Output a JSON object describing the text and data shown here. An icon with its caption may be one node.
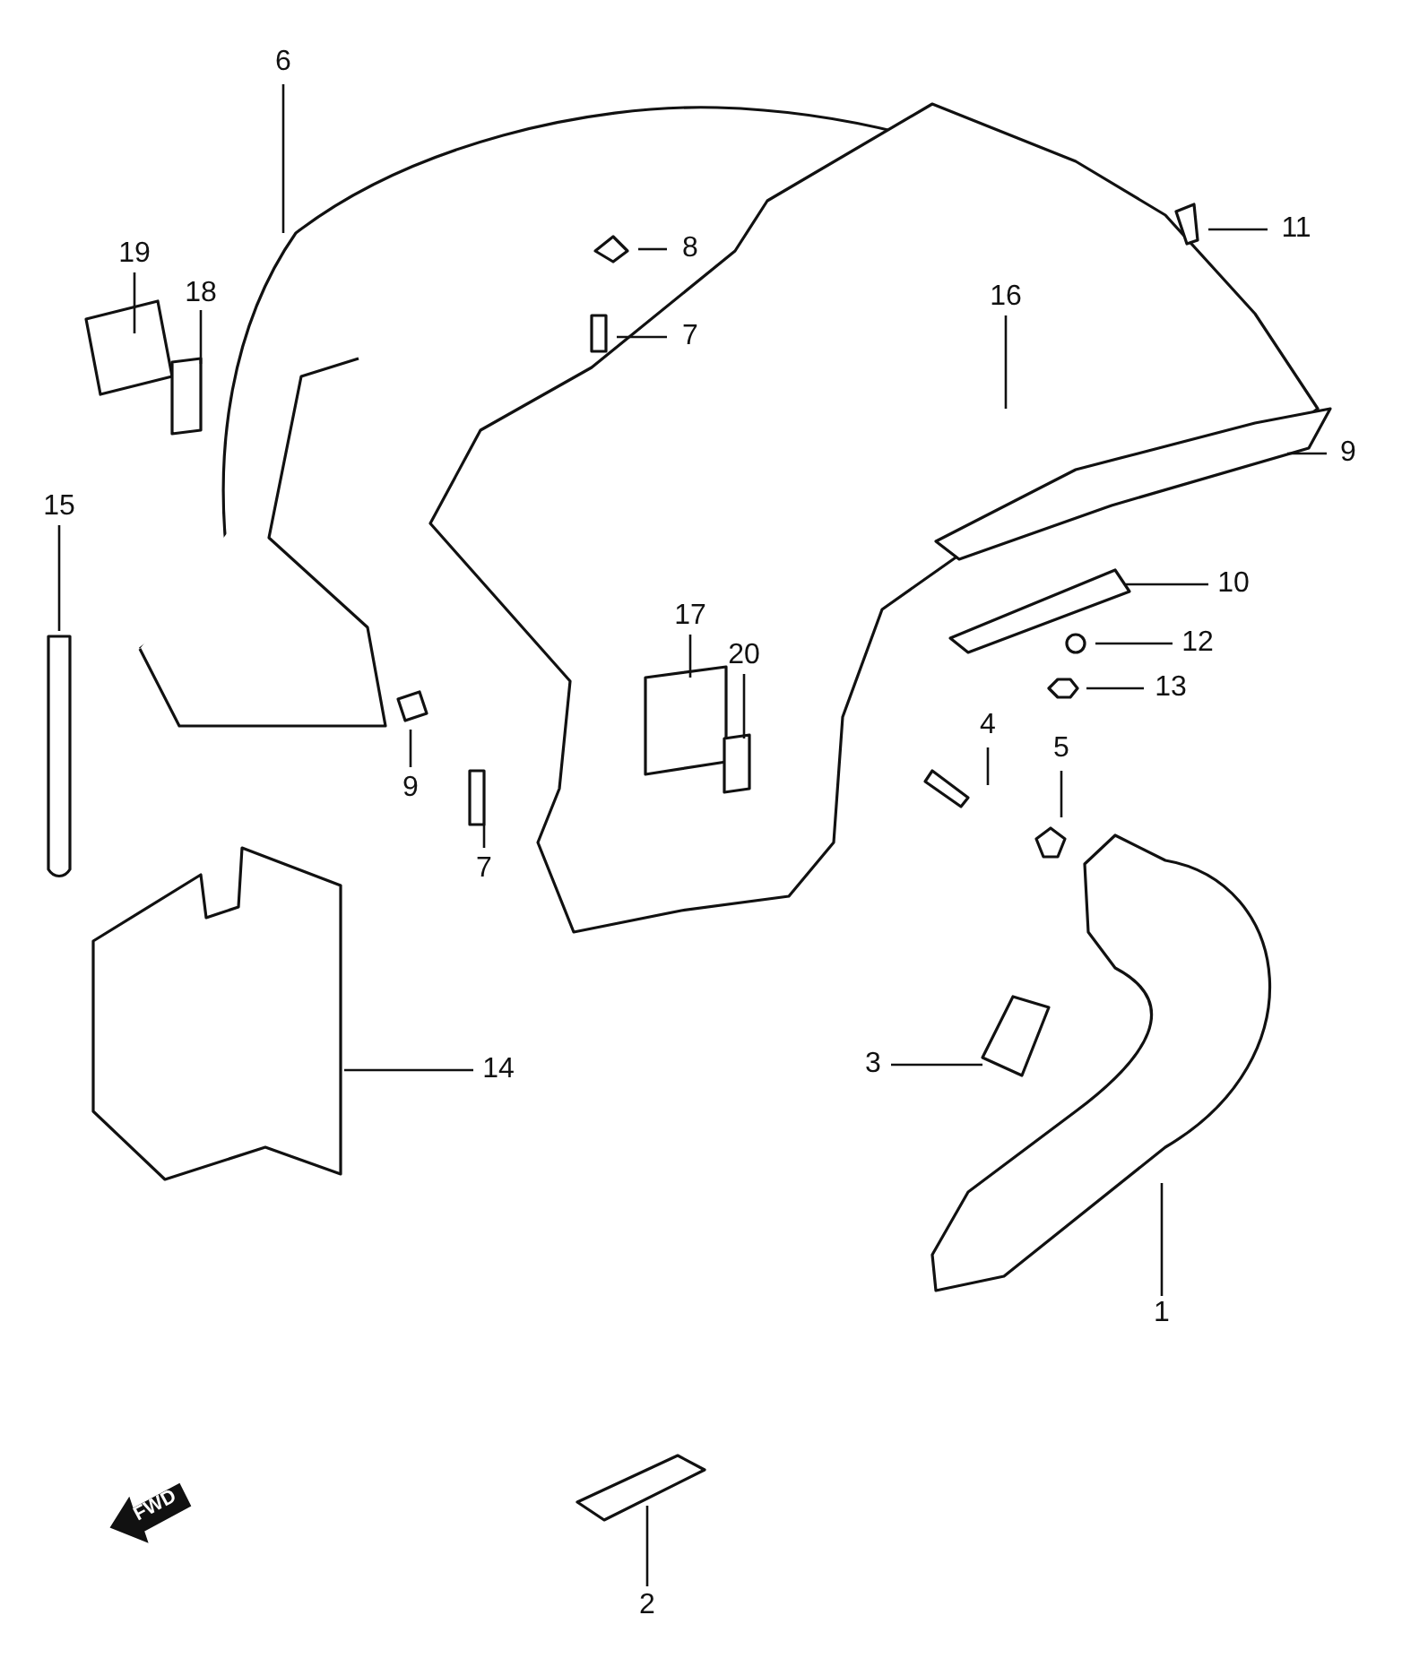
{
  "diagram": {
    "nodes": [
      {
        "text": [
          "6"
        ]
      },
      {
        "text": [
          "11"
        ]
      },
      {
        "text": [
          "19"
        ]
      },
      {
        "text": [
          "18"
        ]
      },
      {
        "text": [
          "16"
        ]
      },
      {
        "text": [
          "8"
        ]
      },
      {
        "text": [
          "7"
        ]
      },
      {
        "text": [
          "9"
        ]
      },
      {
        "text": [
          "15"
        ]
      },
      {
        "text": [
          "10"
        ]
      },
      {
        "text": [
          "17"
        ]
      },
      {
        "text": [
          "12"
        ]
      },
      {
        "text": [
          "20"
        ]
      },
      {
        "text": [
          "13"
        ]
      },
      {
        "text": [
          "4"
        ]
      },
      {
        "text": [
          "5"
        ]
      },
      {
        "text": [
          "9"
        ]
      },
      {
        "text": [
          "7"
        ]
      },
      {
        "text": [
          "3"
        ]
      },
      {
        "text": [
          "14"
        ]
      },
      {
        "text": [
          "1"
        ]
      },
      {
        "text": [
          "2"
        ]
      }
    ],
    "edges": [
      {
        "from": 0,
        "to": null,
        "arrow": "none"
      },
      {
        "from": 1,
        "to": null,
        "arrow": "none"
      },
      {
        "from": 2,
        "to": null,
        "arrow": "none"
      },
      {
        "from": 3,
        "to": null,
        "arrow": "none"
      },
      {
        "from": 4,
        "to": null,
        "arrow": "none"
      },
      {
        "from": 5,
        "to": null,
        "arrow": "none"
      },
      {
        "from": 6,
        "to": null,
        "arrow": "none"
      },
      {
        "from": 7,
        "to": null,
        "arrow": "none"
      },
      {
        "from": 8,
        "to": null,
        "arrow": "none"
      },
      {
        "from": 9,
        "to": null,
        "arrow": "none"
      },
      {
        "from": 10,
        "to": null,
        "arrow": "none"
      },
      {
        "from": 11,
        "to": null,
        "arrow": "none"
      },
      {
        "from": 12,
        "to": null,
        "arrow": "none"
      },
      {
        "from": 13,
        "to": null,
        "arrow": "none"
      },
      {
        "from": 14,
        "to": null,
        "arrow": "none"
      },
      {
        "from": 15,
        "to": null,
        "arrow": "none"
      },
      {
        "from": 16,
        "to": null,
        "arrow": "none"
      },
      {
        "from": 17,
        "to": null,
        "arrow": "none"
      },
      {
        "from": 18,
        "to": null,
        "arrow": "none"
      },
      {
        "from": 19,
        "to": null,
        "arrow": "none"
      },
      {
        "from": 20,
        "to": null,
        "arrow": "none"
      },
      {
        "from": 21,
        "to": null,
        "arrow": "none"
      }
    ],
    "labels": [
      "FWD"
    ]
  }
}
